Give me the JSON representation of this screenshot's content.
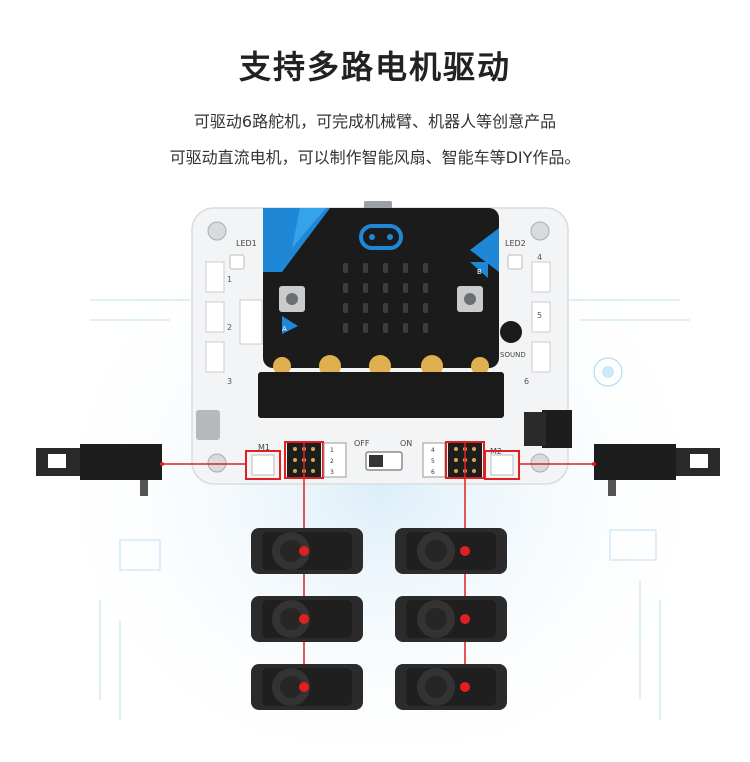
{
  "heading": "支持多路电机驱动",
  "description": {
    "line1": "可驱动6路舵机，可完成机械臂、机器人等创意产品",
    "line2": "可驱动直流电机，可以制作智能风扇、智能车等DIY作品。"
  },
  "board": {
    "led1": "LED1",
    "led2": "LED2",
    "m1": "M1",
    "m2": "M2",
    "off": "OFF",
    "on": "ON",
    "sound": "SOUND",
    "button_a": "A",
    "button_b": "B",
    "left_ports": [
      "1",
      "2",
      "3"
    ],
    "right_ports": [
      "4",
      "5",
      "6"
    ],
    "left_servo_pins": [
      "1",
      "2",
      "3"
    ],
    "right_servo_pins": [
      "4",
      "5",
      "6"
    ]
  },
  "colors": {
    "accent_red": "#e02020",
    "microbit_blue": "#1e88d6",
    "board_white": "#f4f5f6",
    "servo_black": "#222222"
  }
}
